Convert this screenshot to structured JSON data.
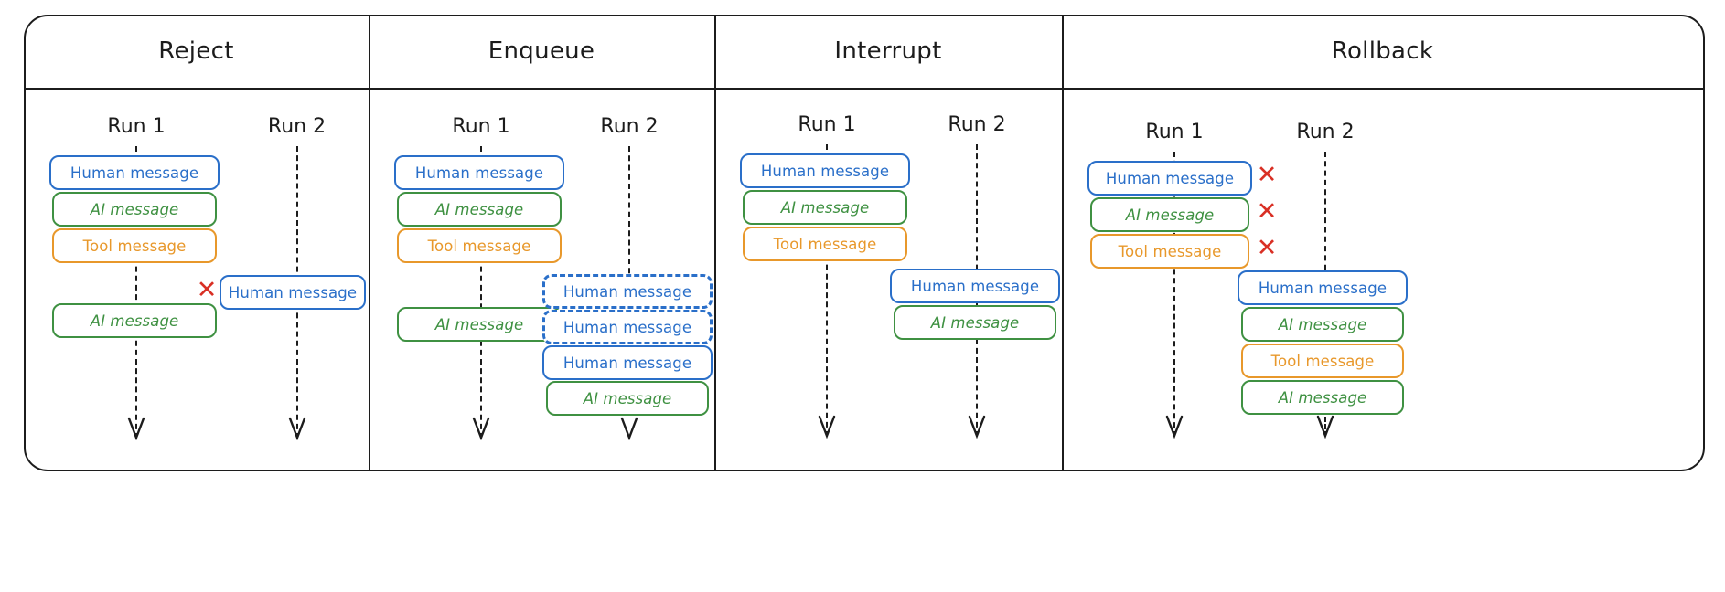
{
  "diagram": {
    "title_row": [
      "Reject",
      "Enqueue",
      "Interrupt",
      "Rollback"
    ],
    "run_labels": {
      "run1": "Run 1",
      "run2": "Run 2"
    },
    "message_labels": {
      "human": "Human message",
      "ai": "AI message",
      "tool": "Tool message"
    },
    "colors": {
      "human": "#2a6fc9",
      "ai": "#3f9142",
      "tool": "#e8982b",
      "reject_x": "#d93025",
      "line": "#1c1c1c"
    },
    "x_marker": "✕"
  },
  "panels": [
    {
      "name": "reject",
      "title": "Reject",
      "runs": [
        {
          "label": "Run 1",
          "messages": [
            {
              "kind": "human",
              "text": "Human message",
              "style": "solid"
            },
            {
              "kind": "ai",
              "text": "AI message",
              "style": "solid"
            },
            {
              "kind": "tool",
              "text": "Tool message",
              "style": "solid"
            },
            {
              "kind": "ai",
              "text": "AI message",
              "style": "solid"
            }
          ]
        },
        {
          "label": "Run 2",
          "messages": [
            {
              "kind": "human",
              "text": "Human message",
              "style": "solid",
              "rejected": true
            }
          ]
        }
      ]
    },
    {
      "name": "enqueue",
      "title": "Enqueue",
      "runs": [
        {
          "label": "Run 1",
          "messages": [
            {
              "kind": "human",
              "text": "Human message",
              "style": "solid"
            },
            {
              "kind": "ai",
              "text": "AI message",
              "style": "solid"
            },
            {
              "kind": "tool",
              "text": "Tool message",
              "style": "solid"
            },
            {
              "kind": "ai",
              "text": "AI message",
              "style": "solid"
            }
          ]
        },
        {
          "label": "Run 2",
          "messages": [
            {
              "kind": "human",
              "text": "Human message",
              "style": "dotted"
            },
            {
              "kind": "human",
              "text": "Human message",
              "style": "dotted"
            },
            {
              "kind": "human",
              "text": "Human message",
              "style": "solid"
            },
            {
              "kind": "ai",
              "text": "AI message",
              "style": "solid"
            }
          ]
        }
      ]
    },
    {
      "name": "interrupt",
      "title": "Interrupt",
      "runs": [
        {
          "label": "Run 1",
          "messages": [
            {
              "kind": "human",
              "text": "Human message",
              "style": "solid"
            },
            {
              "kind": "ai",
              "text": "AI message",
              "style": "solid"
            },
            {
              "kind": "tool",
              "text": "Tool message",
              "style": "solid"
            }
          ]
        },
        {
          "label": "Run 2",
          "messages": [
            {
              "kind": "human",
              "text": "Human message",
              "style": "solid"
            },
            {
              "kind": "ai",
              "text": "AI message",
              "style": "solid"
            }
          ]
        }
      ]
    },
    {
      "name": "rollback",
      "title": "Rollback",
      "runs": [
        {
          "label": "Run 1",
          "messages": [
            {
              "kind": "human",
              "text": "Human message",
              "style": "solid",
              "rolled_back": true
            },
            {
              "kind": "ai",
              "text": "AI message",
              "style": "solid",
              "rolled_back": true
            },
            {
              "kind": "tool",
              "text": "Tool message",
              "style": "solid",
              "rolled_back": true
            }
          ]
        },
        {
          "label": "Run 2",
          "messages": [
            {
              "kind": "human",
              "text": "Human message",
              "style": "solid"
            },
            {
              "kind": "ai",
              "text": "AI message",
              "style": "solid"
            },
            {
              "kind": "tool",
              "text": "Tool message",
              "style": "solid"
            },
            {
              "kind": "ai",
              "text": "AI message",
              "style": "solid"
            }
          ]
        }
      ]
    }
  ]
}
